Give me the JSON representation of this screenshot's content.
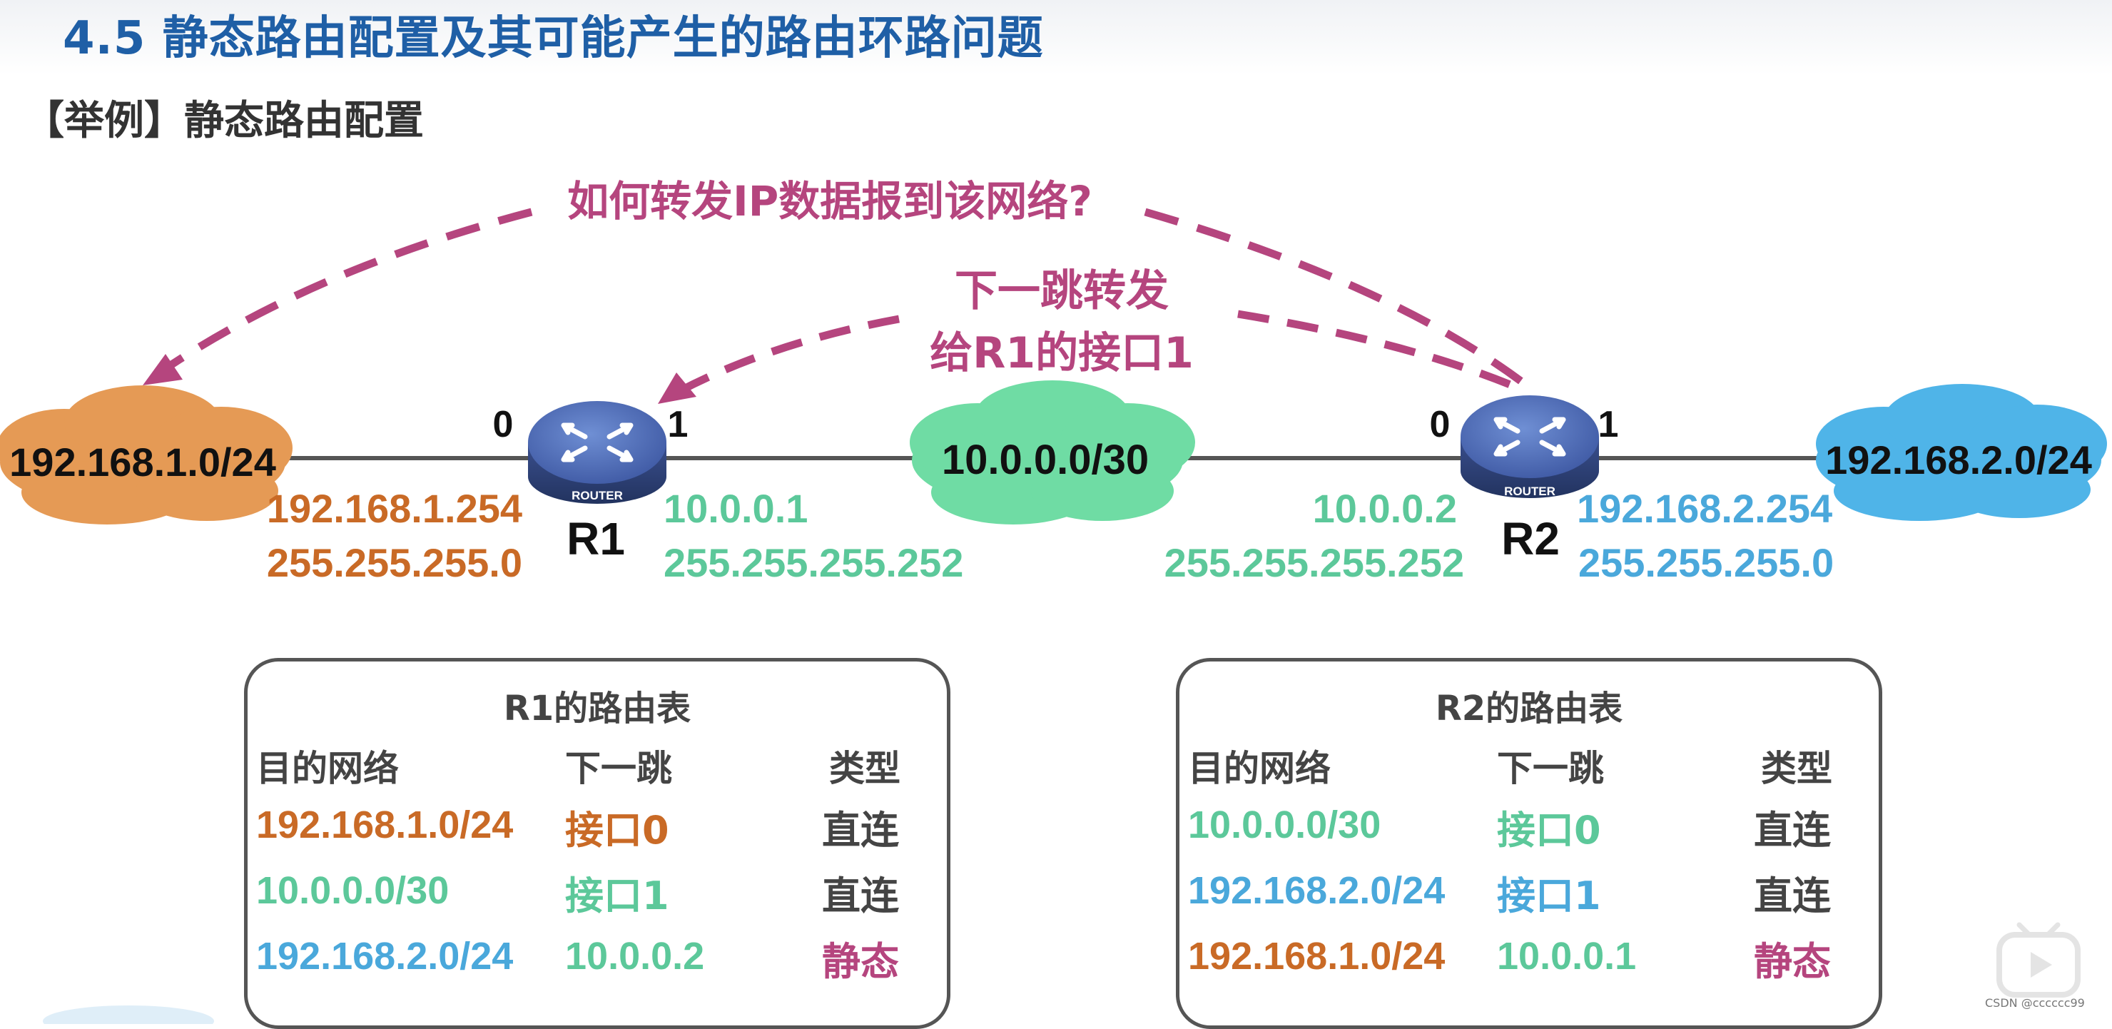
{
  "header": {
    "title": "4.5  静态路由配置及其可能产生的路由环路问题",
    "subtitle": "【举例】静态路由配置"
  },
  "annotations": {
    "question": "如何转发IP数据报到该网络?",
    "next_hop_line1": "下一跳转发",
    "next_hop_line2": "给R1的接口1"
  },
  "networks": {
    "left": "192.168.1.0/24",
    "middle": "10.0.0.0/30",
    "right": "192.168.2.0/24"
  },
  "routers": {
    "r1": {
      "name": "R1",
      "badge": "ROUTER",
      "port0": "0",
      "port1": "1",
      "if0_ip": "192.168.1.254",
      "if0_mask": "255.255.255.0",
      "if1_ip": "10.0.0.1",
      "if1_mask": "255.255.255.252"
    },
    "r2": {
      "name": "R2",
      "badge": "ROUTER",
      "port0": "0",
      "port1": "1",
      "if0_ip": "10.0.0.2",
      "if0_mask": "255.255.255.252",
      "if1_ip": "192.168.2.254",
      "if1_mask": "255.255.255.0"
    }
  },
  "tables": {
    "r1": {
      "caption": "R1的路由表",
      "headers": [
        "目的网络",
        "下一跳",
        "类型"
      ],
      "rows": [
        [
          "192.168.1.0/24",
          "接口0",
          "直连"
        ],
        [
          "10.0.0.0/30",
          "接口1",
          "直连"
        ],
        [
          "192.168.2.0/24",
          "10.0.0.2",
          "静态"
        ]
      ]
    },
    "r2": {
      "caption": "R2的路由表",
      "headers": [
        "目的网络",
        "下一跳",
        "类型"
      ],
      "rows": [
        [
          "10.0.0.0/30",
          "接口0",
          "直连"
        ],
        [
          "192.168.2.0/24",
          "接口1",
          "直连"
        ],
        [
          "192.168.1.0/24",
          "10.0.0.1",
          "静态"
        ]
      ]
    }
  },
  "colors": {
    "title": "#1f5fa6",
    "orange": "#c96a26",
    "green": "#5cc89a",
    "blue": "#4aa8db",
    "magenta": "#b5457e",
    "cloud_orange": "#e59a55",
    "cloud_green": "#6fdca4",
    "cloud_blue": "#4fb4e8",
    "router": "#4a68b0"
  },
  "watermark": "CSDN @cccccc99"
}
